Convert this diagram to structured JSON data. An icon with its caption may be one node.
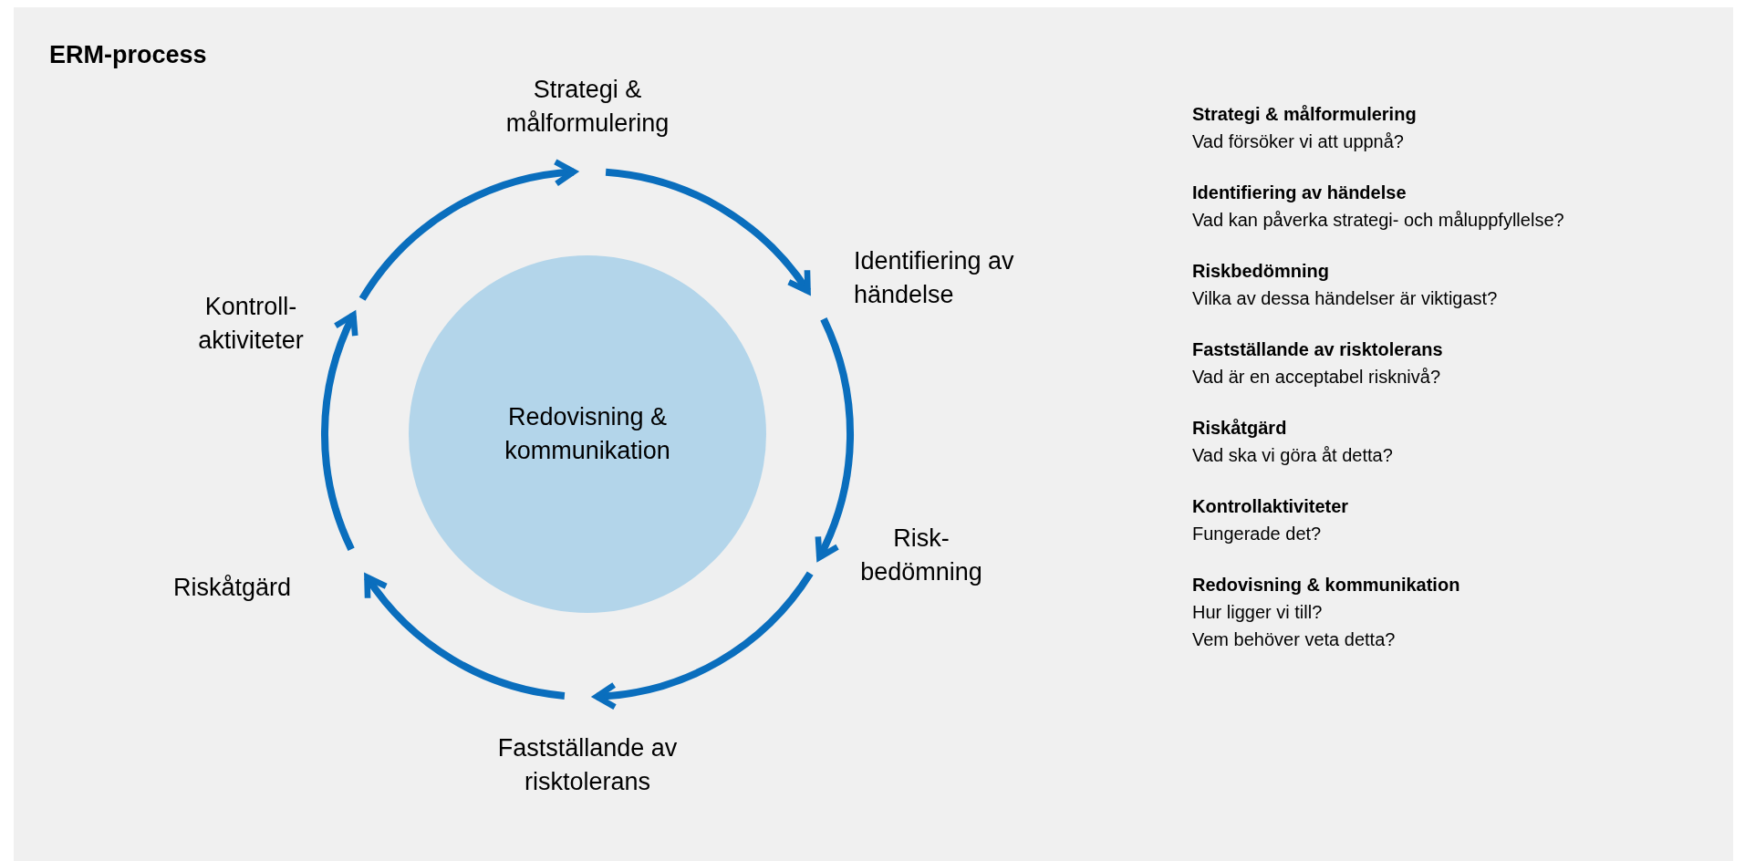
{
  "diagram": {
    "title": "ERM-process",
    "nodes": [
      {
        "text": [
          "Strategi & målformulering"
        ]
      },
      {
        "text": [
          "Identifiering av händelse"
        ]
      },
      {
        "text": [
          "Risk- bedömning"
        ]
      },
      {
        "text": [
          "Fastställande av risktolerans"
        ]
      },
      {
        "text": [
          "Riskåtgärd"
        ]
      },
      {
        "text": [
          "Kontroll- aktiviteter"
        ]
      },
      {
        "text": [
          "Redovisning & kommunikation"
        ]
      }
    ],
    "edges": [
      {
        "from": 0,
        "to": 1,
        "arrow": "to"
      },
      {
        "from": 1,
        "to": 2,
        "arrow": "to"
      },
      {
        "from": 2,
        "to": 3,
        "arrow": "to"
      },
      {
        "from": 3,
        "to": 4,
        "arrow": "to"
      },
      {
        "from": 4,
        "to": 5,
        "arrow": "to"
      },
      {
        "from": 5,
        "to": 0,
        "arrow": "to"
      }
    ],
    "labels": [
      "Strategi & målformulering",
      "Vad försöker vi att uppnå?",
      "Identifiering av händelse",
      "Vad kan påverka strategi- och måluppfyllelse?",
      "Riskbedömning",
      "Vilka av dessa händelser är viktigast?",
      "Fastställande av risktolerans",
      "Vad är en acceptabel risknivå?",
      "Riskåtgärd",
      "Vad ska vi göra åt detta?",
      "Kontrollaktiviteter",
      "Fungerade det?",
      "Redovisning & kommunikation",
      "Hur ligger vi till?",
      "Vem behöver veta detta?"
    ]
  }
}
